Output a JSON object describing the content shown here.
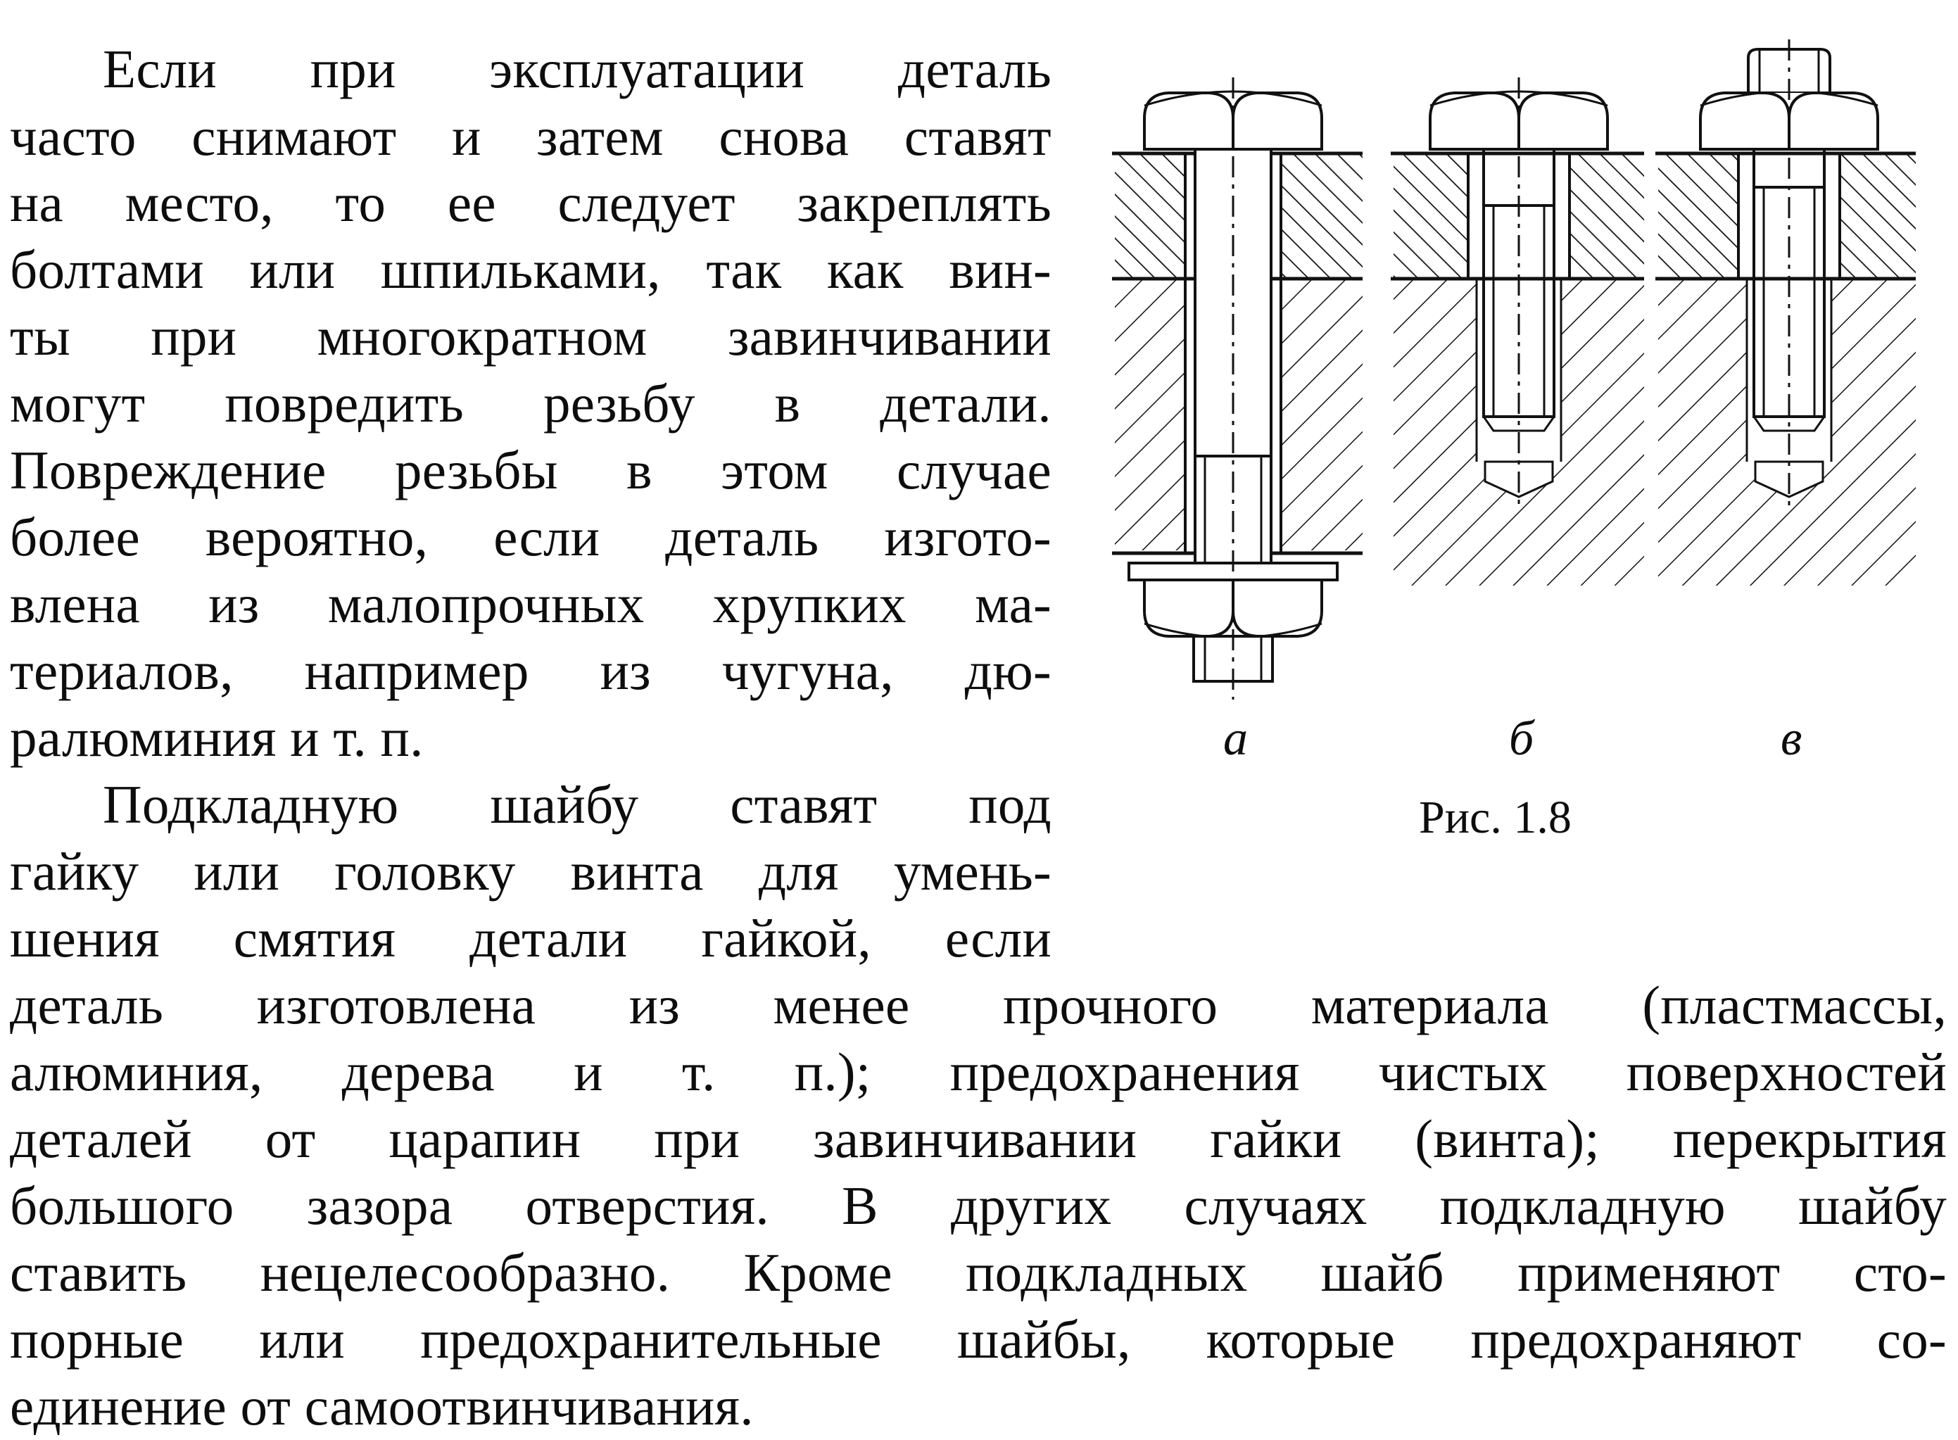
{
  "paragraph1": [
    "Если при эксплуатации деталь",
    "часто снимают и затем снова ставят",
    "на место, то ее следует закреплять",
    "болтами или шпильками, так как вин-",
    "ты при многократном завинчивании",
    "могут повредить резьбу в детали.",
    "Повреждение резьбы в этом случае",
    "более вероятно, если деталь изгото-",
    "влена из малопрочных хрупких ма-",
    "териалов, например из чугуна, дю-",
    "ралюминия и т. п."
  ],
  "paragraph2": [
    "Подкладную шайбу ставят под",
    "гайку или головку винта для умень-",
    "шения смятия детали гайкой, если",
    "деталь изготовлена из менее прочного материала (пластмассы,",
    "алюминия, дерева и т. п.); предохранения чистых поверхностей",
    "деталей от царапин при завинчивании гайки (винта); перекрытия",
    "большого зазора отверстия. В других случаях подкладную шайбу",
    "ставить нецелесообразно. Кроме подкладных шайб применяют сто-",
    "порные или предохранительные шайбы, которые предохраняют со-",
    "единение от самоотвинчивания."
  ],
  "figure": {
    "labels": [
      "а",
      "б",
      "в"
    ],
    "caption": "Рис. 1.8"
  }
}
